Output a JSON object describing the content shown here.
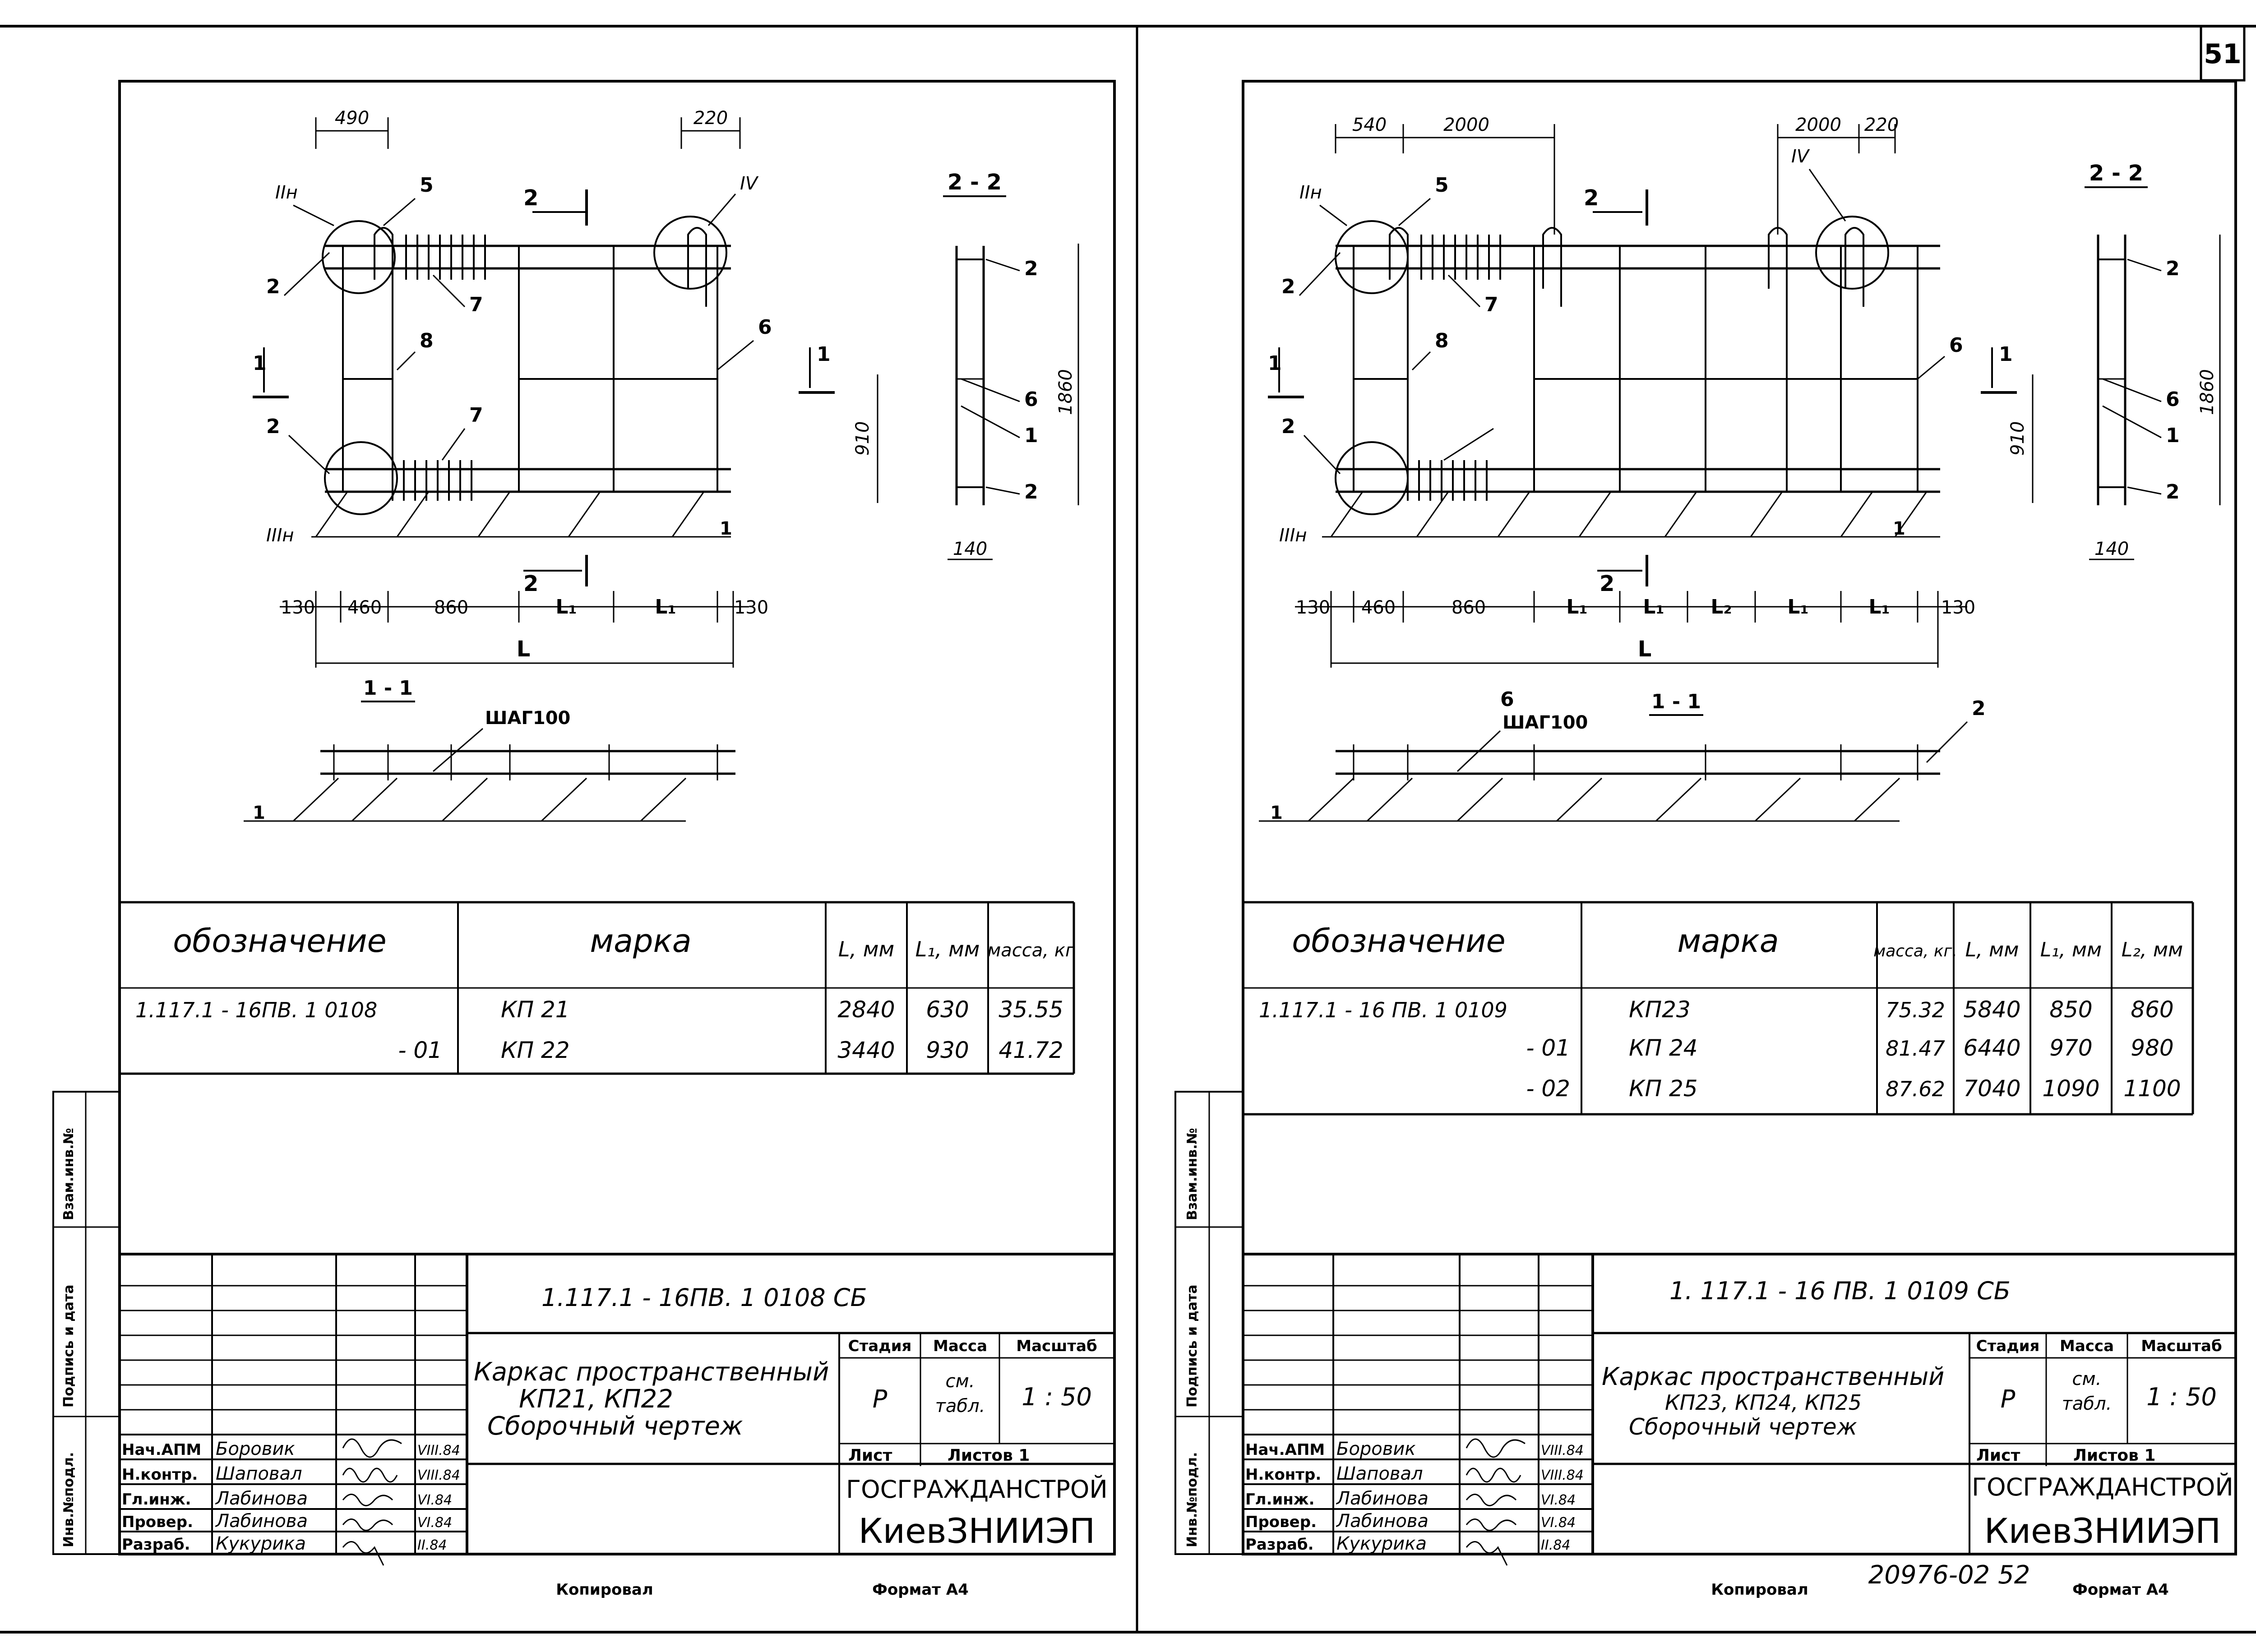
{
  "page_number": "51",
  "footer": {
    "copied": "Копировал",
    "format": "Формат А4",
    "stamp": "20976-02  52"
  },
  "side_labels": [
    "Инв.№подл.",
    "Подпись и дата",
    "Взам.инв.№"
  ],
  "sheets": [
    {
      "drawing": {
        "dims_top": [
          "490",
          "220"
        ],
        "callouts": [
          "IIн",
          "5",
          "2",
          "IV",
          "2",
          "7",
          "8",
          "1",
          "6",
          "1",
          "2",
          "7",
          "IIIн",
          "1",
          "2"
        ],
        "dim_910": "910",
        "dims_bottom": [
          "130",
          "460",
          "860",
          "L₁",
          "L₁",
          "130"
        ],
        "dim_L": "L",
        "section_11": "1 - 1",
        "step": "ШАГ100",
        "section_11_mark": "1",
        "section_22": "2 - 2",
        "section_22_callouts": [
          "2",
          "6",
          "1",
          "2"
        ],
        "dim_1860": "1860",
        "dim_140": "140"
      },
      "table": {
        "headers": [
          "обозначение",
          "марка",
          "L, мм",
          "L₁, мм",
          "масса, кг"
        ],
        "rows": [
          [
            "1.117.1 - 16ПВ. 1  0108",
            "КП 21",
            "2840",
            "630",
            "35.55"
          ],
          [
            "- 01",
            "КП 22",
            "3440",
            "930",
            "41.72"
          ]
        ]
      },
      "title_block": {
        "code": "1.117.1 - 16ПВ. 1   0108 СБ",
        "title": [
          "Каркас пространственный",
          "КП21, КП22",
          "Сборочный чертеж"
        ],
        "stage_h": "Стадия",
        "mass_h": "Масса",
        "scale_h": "Масштаб",
        "stage": "Р",
        "mass": [
          "см.",
          "табл."
        ],
        "scale": "1 : 50",
        "sheet_h": "Лист",
        "sheets_h": "Листов 1",
        "org1": "ГОСГРАЖДАНСТРОЙ",
        "org2": "КиевЗНИИЭП",
        "staff": [
          {
            "role": "Нач.АПМ",
            "name": "Боровик",
            "date": "VIII.84"
          },
          {
            "role": "Н.контр.",
            "name": "Шаповал",
            "date": "VIII.84"
          },
          {
            "role": "Гл.инж.",
            "name": "Лабинова",
            "date": "VI.84"
          },
          {
            "role": "Провер.",
            "name": "Лабинова",
            "date": "VI.84"
          },
          {
            "role": "Разраб.",
            "name": "Кукурика",
            "date": "II.84"
          }
        ]
      }
    },
    {
      "drawing": {
        "dims_top": [
          "540",
          "2000",
          "2000",
          "220"
        ],
        "callouts": [
          "IIн",
          "5",
          "2",
          "IV",
          "2",
          "7",
          "8",
          "1",
          "6",
          "1",
          "2",
          "IIIн",
          "1",
          "2"
        ],
        "dim_910": "910",
        "dims_bottom": [
          "130",
          "460",
          "860",
          "L₁",
          "L₁",
          "L₂",
          "L₁",
          "L₁",
          "130"
        ],
        "dim_L": "L",
        "section_11": "1 - 1",
        "step": "ШАГ100",
        "step_pos": "6",
        "section_11_mark": "1",
        "section_11_right": "2",
        "section_22": "2 - 2",
        "section_22_callouts": [
          "2",
          "6",
          "1",
          "2"
        ],
        "dim_1860": "1860",
        "dim_140": "140"
      },
      "table": {
        "headers": [
          "обозначение",
          "марка",
          "масса, кг.",
          "L, мм",
          "L₁, мм",
          "L₂, мм"
        ],
        "rows": [
          [
            "1.117.1 - 16 ПВ. 1  0109",
            "КП23",
            "75.32",
            "5840",
            "850",
            "860"
          ],
          [
            "- 01",
            "КП 24",
            "81.47",
            "6440",
            "970",
            "980"
          ],
          [
            "- 02",
            "КП 25",
            "87.62",
            "7040",
            "1090",
            "1100"
          ]
        ]
      },
      "title_block": {
        "code": "1. 117.1 - 16 ПВ. 1      0109 СБ",
        "title": [
          "Каркас пространственный",
          "КП23, КП24, КП25",
          "Сборочный чертеж"
        ],
        "stage_h": "Стадия",
        "mass_h": "Масса",
        "scale_h": "Масштаб",
        "stage": "Р",
        "mass": [
          "см.",
          "табл."
        ],
        "scale": "1 : 50",
        "sheet_h": "Лист",
        "sheets_h": "Листов 1",
        "org1": "ГОСГРАЖДАНСТРОЙ",
        "org2": "КиевЗНИИЭП",
        "staff": [
          {
            "role": "Нач.АПМ",
            "name": "Боровик",
            "date": "VIII.84"
          },
          {
            "role": "Н.контр.",
            "name": "Шаповал",
            "date": "VIII.84"
          },
          {
            "role": "Гл.инж.",
            "name": "Лабинова",
            "date": "VI.84"
          },
          {
            "role": "Провер.",
            "name": "Лабинова",
            "date": "VI.84"
          },
          {
            "role": "Разраб.",
            "name": "Кукурика",
            "date": "II.84"
          }
        ]
      }
    }
  ]
}
